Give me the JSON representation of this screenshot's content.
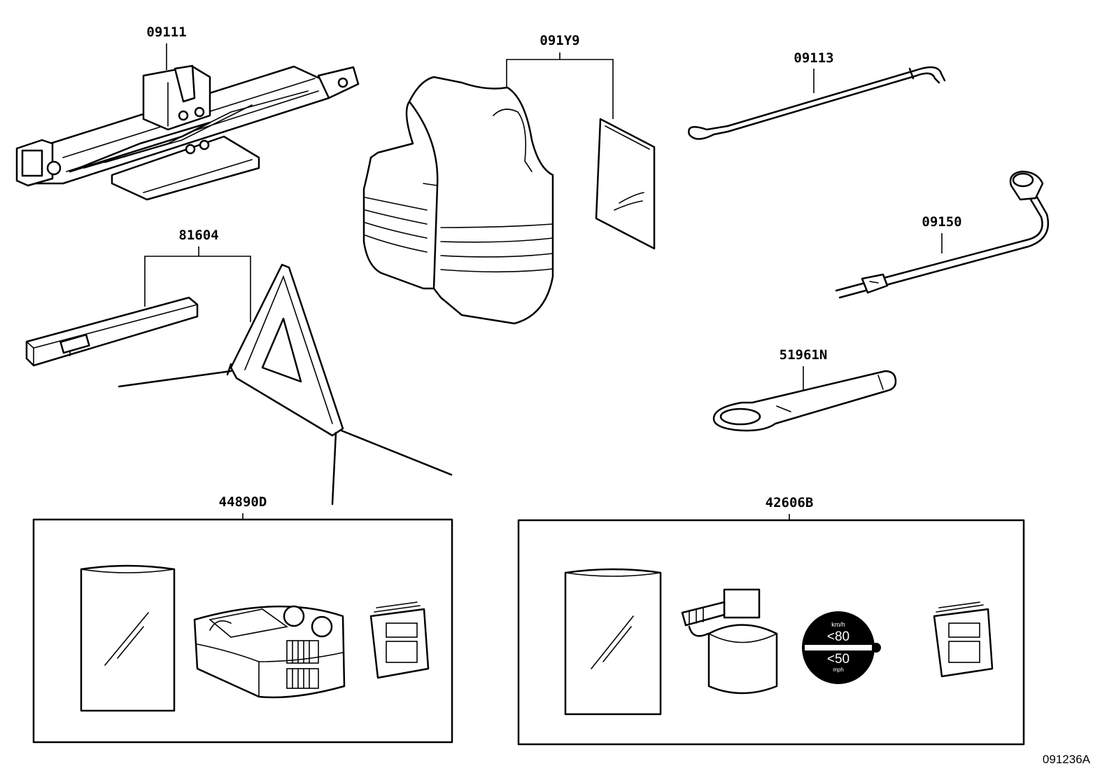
{
  "parts": {
    "jack": "09111",
    "vest": "091Y9",
    "jack_handle": "09113",
    "wheel_wrench": "09150",
    "warning_triangle": "81604",
    "towing_eye": "51961N",
    "tire_repair_kit_compressor": "44890D",
    "tire_repair_kit_sealant": "42606B"
  },
  "gauge_sticker": {
    "unit_top": "km/h",
    "value_top": "<80",
    "value_bottom": "<50",
    "unit_bottom": "mph"
  },
  "reference_code": "091236A"
}
